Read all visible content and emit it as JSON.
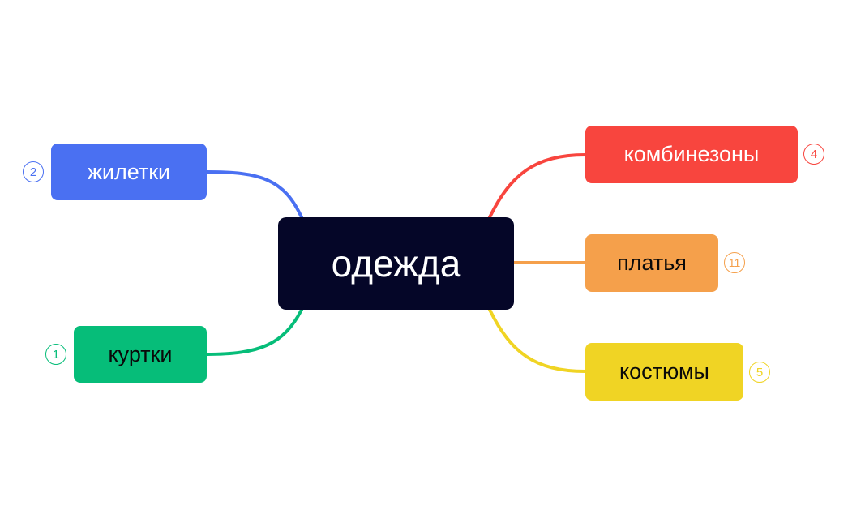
{
  "central_topic": {
    "label": "одежда",
    "color": "#050628"
  },
  "topics": [
    {
      "id": "vests",
      "label": "жилетки",
      "count": "2",
      "color": "#4a70f2"
    },
    {
      "id": "jackets",
      "label": "куртки",
      "count": "1",
      "color": "#06bd79"
    },
    {
      "id": "overalls",
      "label": "комбинезоны",
      "count": "4",
      "color": "#f8453e"
    },
    {
      "id": "dresses",
      "label": "платья",
      "count": "11",
      "color": "#f5a04b"
    },
    {
      "id": "suits",
      "label": "костюмы",
      "count": "5",
      "color": "#f0d424"
    }
  ]
}
